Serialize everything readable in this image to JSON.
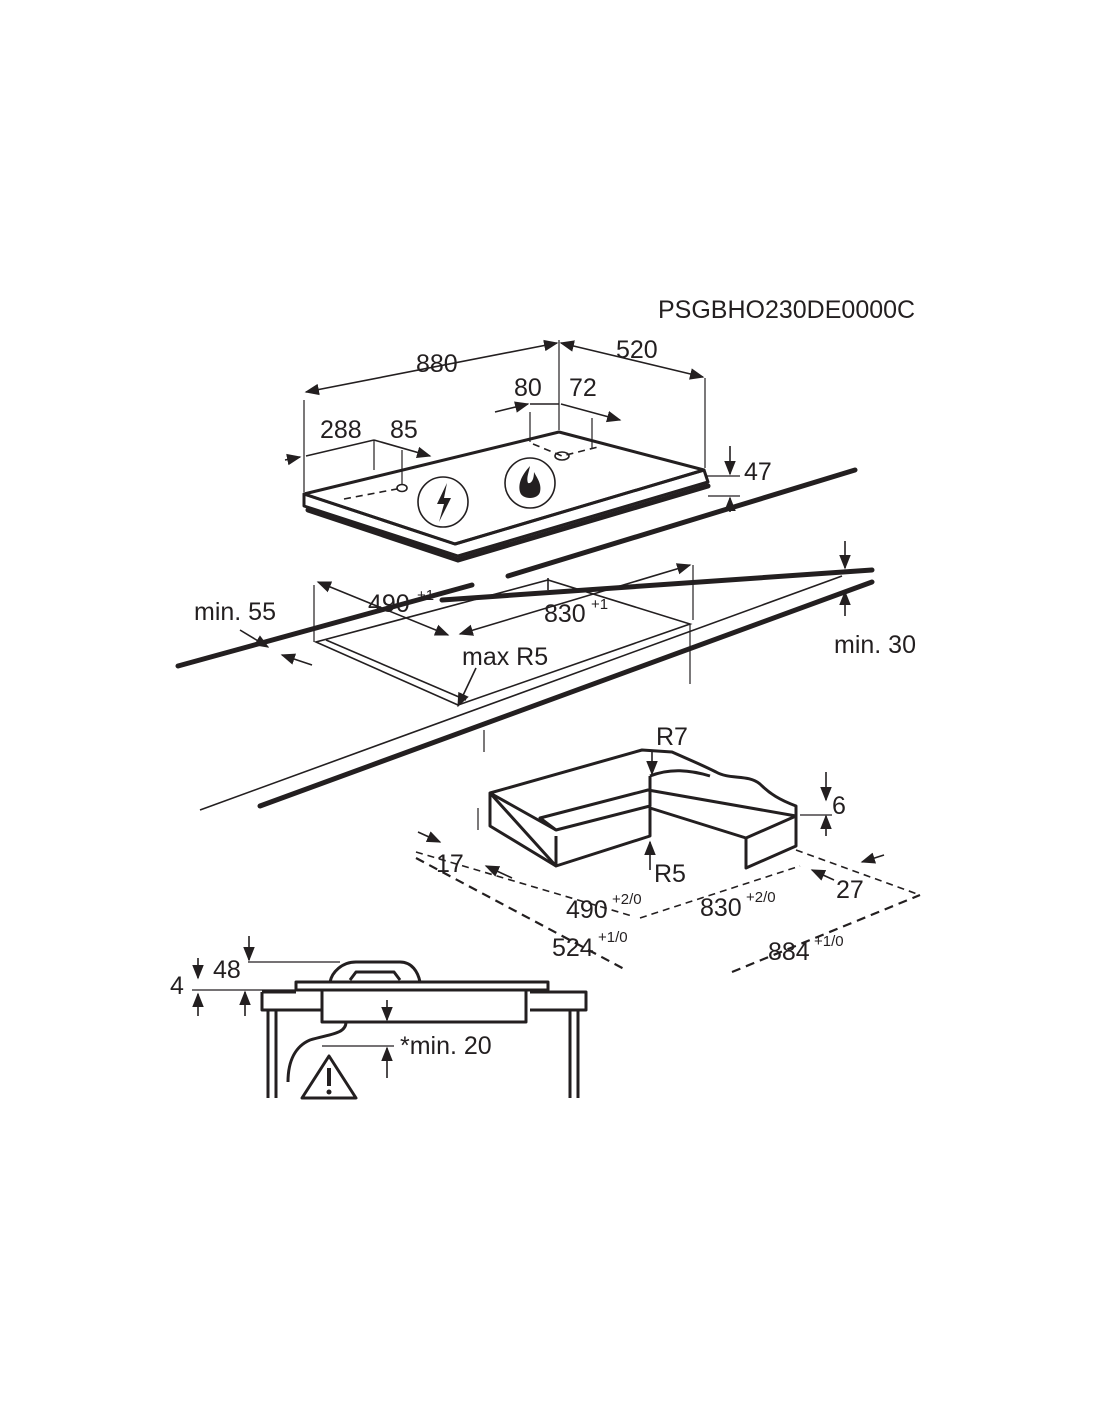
{
  "product_code": "PSGBHO230DE0000C",
  "hob": {
    "width": "880",
    "depth": "520",
    "height": "47",
    "left_offset": "288",
    "left_spacing": "85",
    "gas_offset": "80",
    "gas_spacing": "72",
    "electric_icon": "lightning-icon",
    "gas_icon": "flame-icon"
  },
  "cutout": {
    "min_front": "min. 55",
    "depth": "490",
    "depth_tol": "+1",
    "width": "830",
    "width_tol": "+1",
    "radius": "max R5",
    "min_back": "min. 30"
  },
  "flush_mount": {
    "radius_outer": "R7",
    "radius_inner": "R5",
    "rebate_depth": "6",
    "edge_left": "17",
    "edge_right": "27",
    "inner_depth": "490",
    "inner_depth_tol": "+2/0",
    "inner_width": "830",
    "inner_width_tol": "+2/0",
    "outer_depth": "524",
    "outer_depth_tol": "+1/0",
    "outer_width": "884",
    "outer_width_tol": "+1/0"
  },
  "section": {
    "height_total": "48",
    "rim": "4",
    "min_clearance": "*min. 20",
    "warning_icon": "warning-triangle-icon"
  }
}
